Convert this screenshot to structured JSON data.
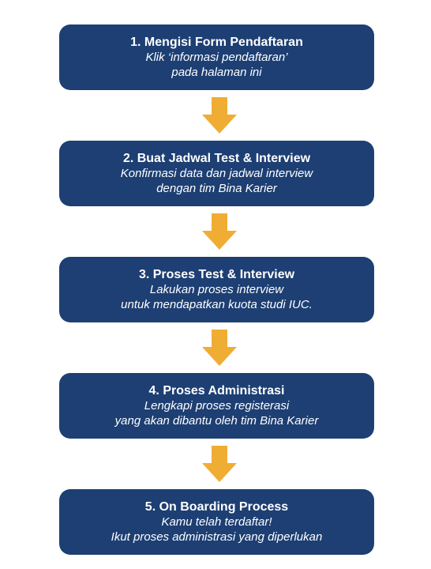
{
  "colors": {
    "box_fill": "#1d3f73",
    "box_text": "#ffffff",
    "arrow_fill": "#f0ad33"
  },
  "steps": [
    {
      "title": "1. Mengisi Form Pendaftaran",
      "desc_line1": "Klik ‘informasi pendaftaran’",
      "desc_line2": "pada halaman ini"
    },
    {
      "title": "2. Buat Jadwal Test & Interview",
      "desc_line1": "Konfirmasi data dan jadwal interview",
      "desc_line2": "dengan tim Bina Karier"
    },
    {
      "title": "3. Proses Test & Interview",
      "desc_line1": "Lakukan proses interview",
      "desc_line2": "untuk mendapatkan kuota studi IUC."
    },
    {
      "title": "4. Proses Administrasi",
      "desc_line1": "Lengkapi proses registerasi",
      "desc_line2": "yang akan dibantu oleh tim Bina Karier"
    },
    {
      "title": "5. On Boarding Process",
      "desc_line1": "Kamu telah terdaftar!",
      "desc_line2": "Ikut proses administrasi yang diperlukan"
    }
  ]
}
